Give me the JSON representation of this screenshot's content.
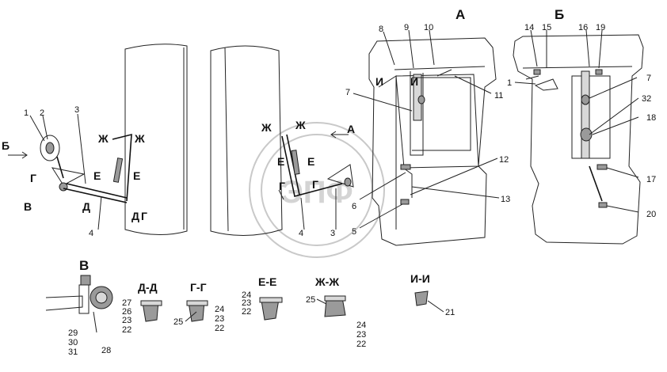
{
  "views": {
    "a": "А",
    "b": "Б",
    "v": "В"
  },
  "sections": {
    "dd": "Д-Д",
    "gg": "Г-Г",
    "ee": "Е-Е",
    "zhzh": "Ж-Ж",
    "ii": "И-И"
  },
  "markers": {
    "b": "Б",
    "g": "Г",
    "v": "В",
    "d": "Д",
    "e": "Е",
    "zh": "Ж",
    "a": "А",
    "i": "И"
  },
  "callouts": {
    "n1": "1",
    "n2": "2",
    "n3": "3",
    "n4": "4",
    "n5": "5",
    "n6": "6",
    "n7": "7",
    "n8": "8",
    "n9": "9",
    "n10": "10",
    "n11": "11",
    "n12": "12",
    "n13": "13",
    "n14": "14",
    "n15": "15",
    "n16": "16",
    "n17": "17",
    "n18": "18",
    "n19": "19",
    "n20": "20",
    "n21": "21",
    "n22": "22",
    "n23": "23",
    "n24": "24",
    "n25": "25",
    "n26": "26",
    "n27": "27",
    "n28": "28",
    "n29": "29",
    "n30": "30",
    "n31": "31",
    "n32": "32"
  },
  "watermark": "ЭПФ",
  "colors": {
    "line": "#222222",
    "shade": "#9a9a9a",
    "watermark": "#d0d0d0"
  }
}
